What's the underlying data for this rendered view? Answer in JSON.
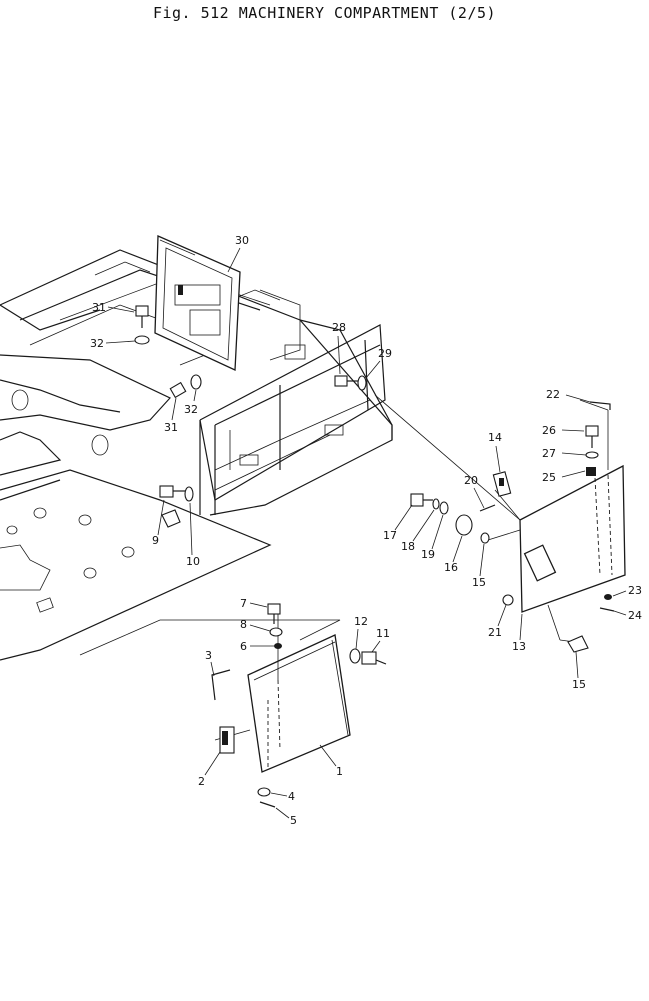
{
  "figure": {
    "title": "Fig. 512   MACHINERY COMPARTMENT (2/5)"
  },
  "callouts": {
    "c1": "1",
    "c2": "2",
    "c3": "3",
    "c4": "4",
    "c5": "5",
    "c6": "6",
    "c7": "7",
    "c8": "8",
    "c9": "9",
    "c10": "10",
    "c11": "11",
    "c12": "12",
    "c13": "13",
    "c14": "14",
    "c15a": "15",
    "c15b": "15",
    "c16": "16",
    "c17": "17",
    "c18": "18",
    "c19": "19",
    "c20": "20",
    "c21": "21",
    "c22": "22",
    "c23": "23",
    "c24": "24",
    "c25": "25",
    "c26": "26",
    "c27": "27",
    "c28": "28",
    "c29": "29",
    "c30": "30",
    "c31a": "31",
    "c31b": "31",
    "c32a": "32",
    "c32b": "32"
  }
}
